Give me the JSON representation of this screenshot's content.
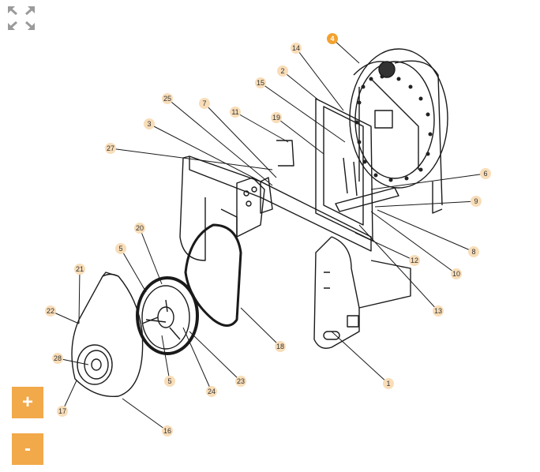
{
  "controls": {
    "fullscreen_icon": "expand-arrows",
    "zoom_in_label": "+",
    "zoom_out_label": "-"
  },
  "colors": {
    "accent": "#f2a94a",
    "callout_bg": "#f8ddb8",
    "callout_highlight": "#f2a230",
    "line": "#1a1a1a"
  },
  "callouts": [
    {
      "id": "c4",
      "label": "4",
      "highlighted": true
    },
    {
      "id": "c14",
      "label": "14"
    },
    {
      "id": "c2",
      "label": "2"
    },
    {
      "id": "c15",
      "label": "15"
    },
    {
      "id": "c25",
      "label": "25"
    },
    {
      "id": "c7",
      "label": "7"
    },
    {
      "id": "c11",
      "label": "11"
    },
    {
      "id": "c19",
      "label": "19"
    },
    {
      "id": "c3",
      "label": "3"
    },
    {
      "id": "c27",
      "label": "27"
    },
    {
      "id": "c6",
      "label": "6"
    },
    {
      "id": "c9",
      "label": "9"
    },
    {
      "id": "c8",
      "label": "8"
    },
    {
      "id": "c10",
      "label": "10"
    },
    {
      "id": "c12",
      "label": "12"
    },
    {
      "id": "c13",
      "label": "13"
    },
    {
      "id": "c1",
      "label": "1"
    },
    {
      "id": "c18",
      "label": "18"
    },
    {
      "id": "c20",
      "label": "20"
    },
    {
      "id": "c5a",
      "label": "5"
    },
    {
      "id": "c21",
      "label": "21"
    },
    {
      "id": "c22",
      "label": "22"
    },
    {
      "id": "c28",
      "label": "28"
    },
    {
      "id": "c17",
      "label": "17"
    },
    {
      "id": "c5b",
      "label": "5"
    },
    {
      "id": "c24",
      "label": "24"
    },
    {
      "id": "c23",
      "label": "23"
    },
    {
      "id": "c16",
      "label": "16"
    }
  ]
}
